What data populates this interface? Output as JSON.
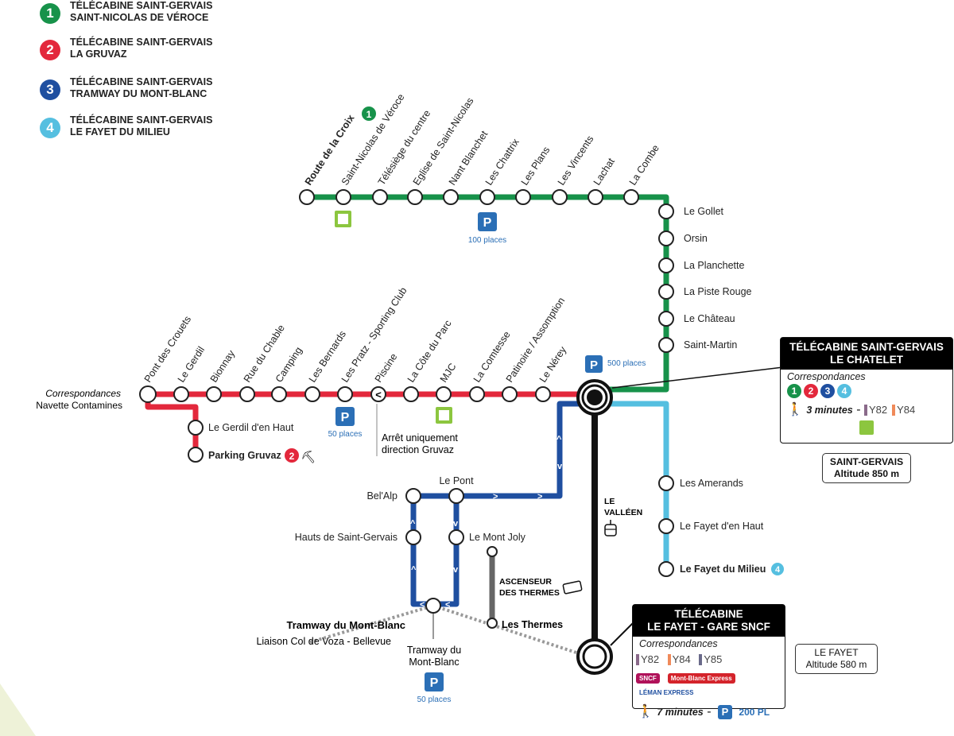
{
  "legend": [
    {
      "num": "1",
      "line1": "TÉLÉCABINE SAINT-GERVAIS",
      "line2": "SAINT-NICOLAS DE VÉROCE",
      "color": "#17924a"
    },
    {
      "num": "2",
      "line1": "TÉLÉCABINE SAINT-GERVAIS",
      "line2": "LA GRUVAZ",
      "color": "#e3283c"
    },
    {
      "num": "3",
      "line1": "TÉLÉCABINE SAINT-GERVAIS",
      "line2": "TRAMWAY DU MONT-BLANC",
      "color": "#1f4fa0"
    },
    {
      "num": "4",
      "line1": "TÉLÉCABINE SAINT-GERVAIS",
      "line2": "LE FAYET DU MILIEU",
      "color": "#55bfe0"
    }
  ],
  "colors": {
    "green": "#17924a",
    "red": "#e3283c",
    "blue": "#1f4fa0",
    "light_blue": "#55bfe0",
    "black": "#111111",
    "parking": "#2b6fb6",
    "gray": "#666666"
  },
  "green_line": {
    "top_stops": [
      "Route de la Croix",
      "Saint-Nicolas de Véroce",
      "Télésiège du centre",
      "Eglise de Saint-Nicolas",
      "Nant Blanchet",
      "Les Chattrix",
      "Les Plans",
      "Les Vincents",
      "Lachat",
      "La Combe"
    ],
    "side_stops": [
      "Le Gollet",
      "Orsin",
      "La Planchette",
      "La Piste Rouge",
      "Le Château",
      "Saint-Martin"
    ],
    "route_badge": "1",
    "parking": {
      "label": "P",
      "caption": "100 places"
    }
  },
  "red_line": {
    "stops": [
      "Pont des Crouets",
      "Le Gerdil",
      "Bionnay",
      "Rue du Chable",
      "Camping",
      "Les Bernards",
      "Les Pratz - Sporting Club",
      "Piscine",
      "La Côte du Parc",
      "MJC",
      "La Comtesse",
      "Patinoire / Assomption",
      "Le Nérey"
    ],
    "branch_stops": [
      "Le Gerdil d'en Haut",
      "Parking Gruvaz"
    ],
    "branch_badge": "2",
    "correspondances": "Correspondances",
    "navette": "Navette Contamines",
    "arret_note": [
      "Arrêt uniquement",
      "direction Gruvaz"
    ],
    "piscine_symbol": "<",
    "parking": {
      "label": "P",
      "caption": "50 places"
    }
  },
  "hub": {
    "parking_label": "P",
    "parking_caption": "500 places"
  },
  "blue_line": {
    "stops": [
      "Le Pont",
      "Bel'Alp",
      "Hauts de Saint-Gervais",
      "Le Mont Joly"
    ],
    "tramway": "Tramway du Mont-Blanc",
    "liaison": "Liaison Col de Voza - Bellevue",
    "tram_stop": [
      "Tramway du",
      "Mont-Blanc"
    ],
    "parking": {
      "label": "P",
      "caption": "50 places"
    },
    "chevron_right": ">",
    "chevron_up": "^",
    "chevron_down": "v",
    "chevron_left": "<"
  },
  "light_blue_line": {
    "stops": [
      "Les Amerands",
      "Le Fayet d'en Haut",
      "Le Fayet du Milieu"
    ],
    "badge": "4"
  },
  "valleen": [
    "LE",
    "VALLÉEN"
  ],
  "ascenseur": {
    "label": [
      "ASCENSEUR",
      "DES THERMES"
    ],
    "stop": "Les Thermes"
  },
  "box_chatelet": {
    "title": [
      "TÉLÉCABINE SAINT-GERVAIS",
      "LE CHATELET"
    ],
    "correspondances": "Correspondances",
    "lines": [
      "1",
      "2",
      "3",
      "4"
    ],
    "walk": "3 minutes",
    "dash": "-",
    "buses": [
      {
        "label": "Y82",
        "color": "#8a6a8a"
      },
      {
        "label": "Y84",
        "color": "#f08a5a"
      }
    ]
  },
  "alt_saint_gervais": [
    "SAINT-GERVAIS",
    "Altitude 850 m"
  ],
  "box_fayet": {
    "title": [
      "TÉLÉCABINE",
      "LE FAYET - GARE SNCF"
    ],
    "correspondances": "Correspondances",
    "buses": [
      {
        "label": "Y82",
        "color": "#8a6a8a"
      },
      {
        "label": "Y84",
        "color": "#f08a5a"
      },
      {
        "label": "Y85",
        "color": "#6a6a8a"
      }
    ],
    "logos": [
      "SNCF",
      "Mont-Blanc Express",
      "LÉMAN EXPRESS"
    ],
    "walk": "7 minutes",
    "dash": "-",
    "parking_label": "P",
    "parking_caption": "200 PL"
  },
  "alt_fayet": [
    "LE FAYET",
    "Altitude 580 m"
  ]
}
